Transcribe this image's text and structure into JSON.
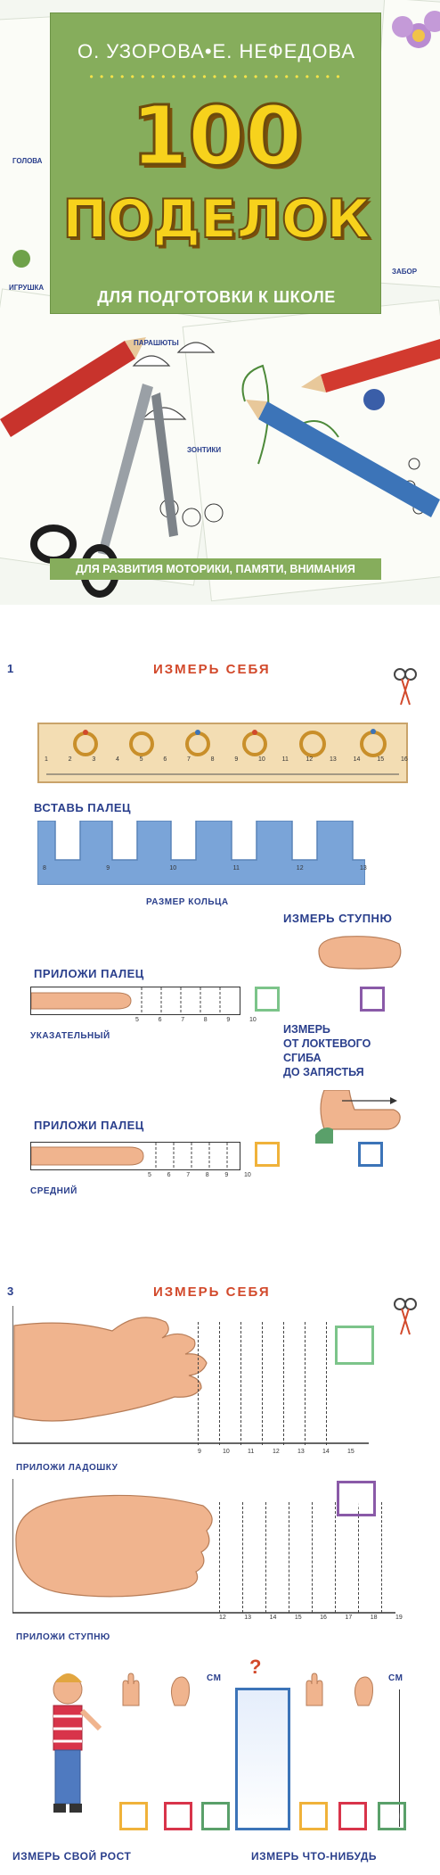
{
  "cover": {
    "authors": "О. УЗОРОВА•Е. НЕФЕДОВА",
    "number": "100",
    "title": "ПОДЕЛОК",
    "subtitle": "ДЛЯ ПОДГОТОВКИ К ШКОЛЕ",
    "bottom_banner": "ДЛЯ РАЗВИТИЯ МОТОРИКИ, ПАМЯТИ, ВНИМАНИЯ",
    "sheet_labels": [
      "ПАРАШЮТЫ",
      "ЗОНТИКИ",
      "ЗАБОР",
      "ГОЛОВА",
      "ИГРУШКА"
    ]
  },
  "page1": {
    "number": "1",
    "title": "ИЗМЕРЬ СЕБЯ",
    "ruler_ticks": [
      "1",
      "2",
      "3",
      "4",
      "5",
      "6",
      "7",
      "8",
      "9",
      "10",
      "11",
      "12",
      "13",
      "14",
      "15",
      "16"
    ],
    "insert_finger": "ВСТАВЬ ПАЛЕЦ",
    "comb_ticks": [
      "8",
      "9",
      "10",
      "11",
      "12",
      "13"
    ],
    "ring_size": "РАЗМЕР КОЛЬЦА",
    "measure_foot": "ИЗМЕРЬ СТУПНЮ",
    "apply_finger_1": "ПРИЛОЖИ ПАЛЕЦ",
    "index_finger": "УКАЗАТЕЛЬНЫЙ",
    "finger_ticks": [
      "5",
      "6",
      "7",
      "8",
      "9",
      "10"
    ],
    "measure_elbow": [
      "ИЗМЕРЬ",
      "ОТ ЛОКТЕВОГО",
      "СГИБА",
      "ДО ЗАПЯСТЬЯ"
    ],
    "apply_finger_2": "ПРИЛОЖИ ПАЛЕЦ",
    "middle_finger": "СРЕДНИЙ"
  },
  "page3": {
    "number": "3",
    "title": "ИЗМЕРЬ СЕБЯ",
    "palm_ticks": [
      "9",
      "10",
      "11",
      "12",
      "13",
      "14",
      "15"
    ],
    "apply_palm": "ПРИЛОЖИ ЛАДОШКУ",
    "foot_ticks": [
      "12",
      "13",
      "14",
      "15",
      "16",
      "17",
      "18",
      "19"
    ],
    "apply_foot": "ПРИЛОЖИ СТУПНЮ",
    "cm_1": "СМ",
    "question": "?",
    "cm_2": "СМ",
    "measure_height": "ИЗМЕРЬ СВОЙ РОСТ",
    "measure_something": "ИЗМЕРЬ ЧТО-НИБУДЬ"
  },
  "colors": {
    "cover_green": "#86ad5c",
    "title_yellow": "#f7d21c",
    "heading_red": "#d2492b",
    "text_blue": "#2a3f8c",
    "comb_blue": "#7aa4d8",
    "ruler_tan": "#f3ddb3"
  }
}
